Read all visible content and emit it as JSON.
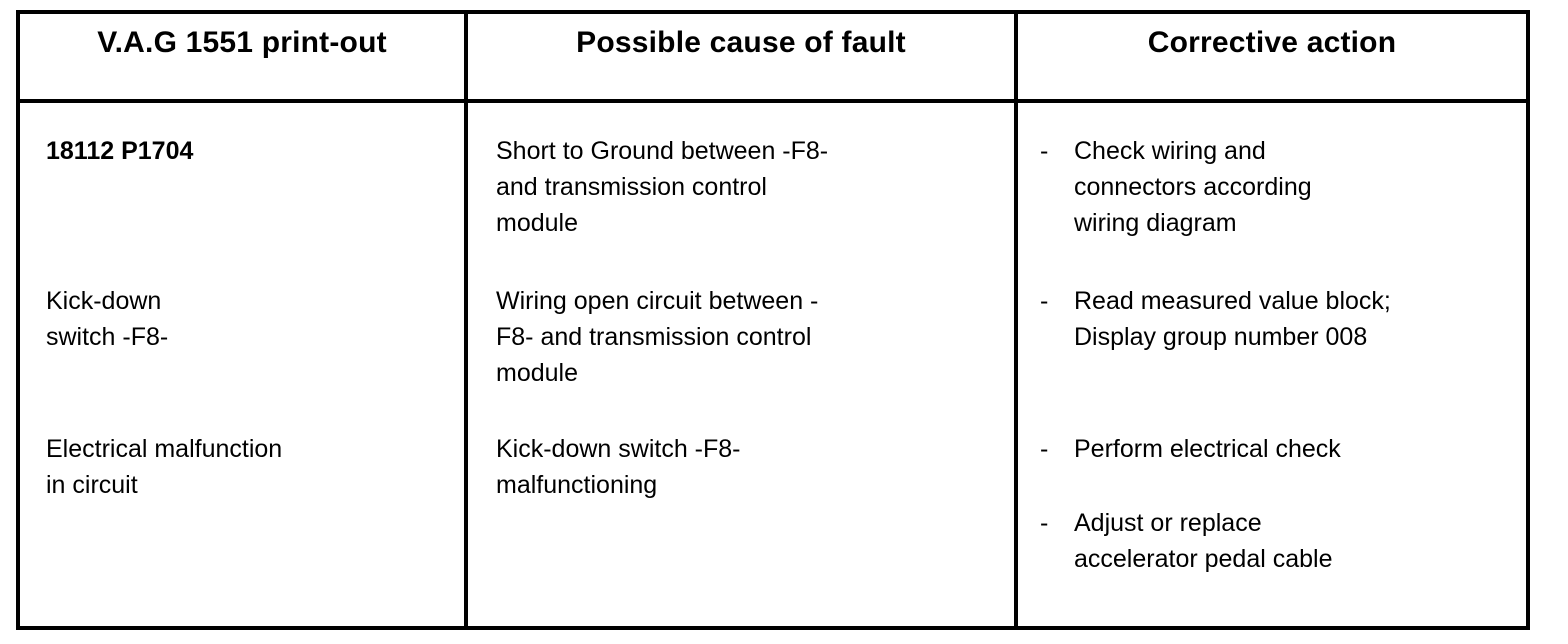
{
  "table": {
    "columns": [
      {
        "id": "vag-printout",
        "header": "V.A.G 1551 print-out"
      },
      {
        "id": "possible-cause",
        "header": "Possible cause of fault"
      },
      {
        "id": "corrective",
        "header": "Corrective action"
      }
    ],
    "rows": [
      {
        "printout": {
          "bold": true,
          "lines": [
            "18112 P1704"
          ]
        },
        "cause": {
          "lines": [
            "Short to Ground between -F8-",
            "and transmission control",
            "module"
          ]
        },
        "action": {
          "bullet": "-",
          "lines": [
            "Check wiring and",
            "connectors according",
            "wiring diagram"
          ]
        }
      },
      {
        "printout": {
          "bold": false,
          "lines": [
            "Kick-down",
            "switch -F8-"
          ]
        },
        "cause": {
          "lines": [
            "Wiring open circuit between -",
            "F8- and transmission control",
            "module"
          ]
        },
        "action": {
          "bullet": "-",
          "lines": [
            "Read measured value block;",
            "Display group number 008"
          ]
        }
      },
      {
        "printout": {
          "bold": false,
          "lines": [
            "Electrical malfunction",
            "in circuit"
          ]
        },
        "cause": {
          "lines": [
            "Kick-down switch -F8-",
            "malfunctioning"
          ]
        },
        "action": {
          "bullet": "-",
          "lines": [
            "Perform electrical check"
          ]
        }
      },
      {
        "printout": {
          "bold": false,
          "lines": []
        },
        "cause": {
          "lines": []
        },
        "action": {
          "bullet": "-",
          "lines": [
            "Adjust or replace",
            "accelerator pedal cable"
          ]
        }
      }
    ]
  },
  "colors": {
    "border": "#000000",
    "text": "#000000",
    "background": "#ffffff"
  }
}
